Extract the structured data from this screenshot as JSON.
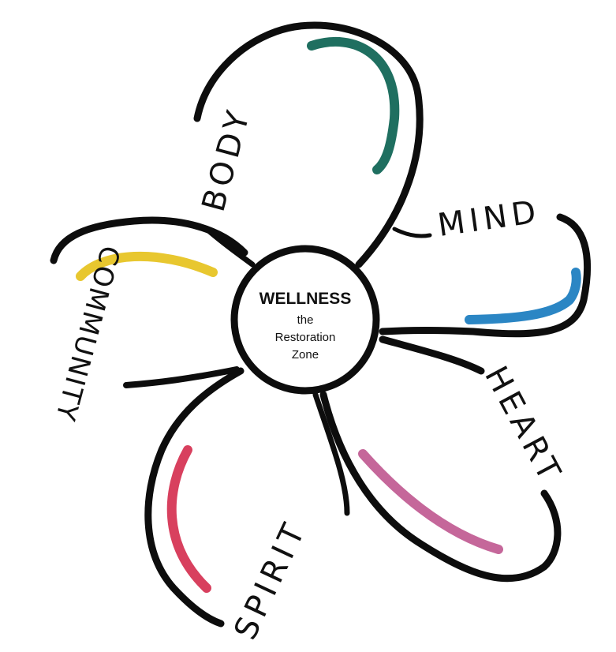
{
  "center": {
    "title": "WELLNESS",
    "line1": "the",
    "line2": "Restoration",
    "line3": "Zone"
  },
  "petals": {
    "body": {
      "label": "BODY",
      "accent_color": "#1f6f60"
    },
    "mind": {
      "label": "MIND",
      "accent_color": "#2b86c4"
    },
    "heart": {
      "label": "HEART",
      "accent_color": "#c5679a"
    },
    "spirit": {
      "label": "SPIRIT",
      "accent_color": "#d8405e"
    },
    "community": {
      "label": "COMMUNITY",
      "accent_color": "#e8c72f"
    }
  },
  "colors": {
    "outline": "#0d0d0d",
    "background": "#ffffff"
  }
}
